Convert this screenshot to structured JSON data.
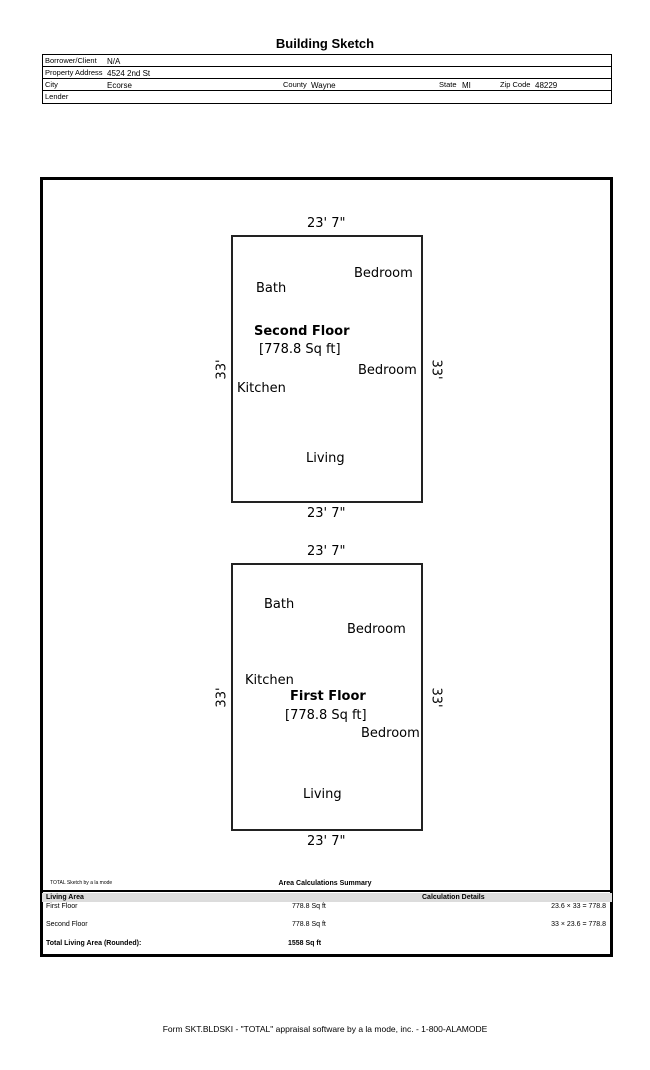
{
  "header": {
    "title": "Building Sketch"
  },
  "info": {
    "borrower_label": "Borrower/Client",
    "borrower_value": "N/A",
    "address_label": "Property Address",
    "address_value": "4524 2nd St",
    "city_label": "City",
    "city_value": "Ecorse",
    "county_label": "County",
    "county_value": "Wayne",
    "state_label": "State",
    "state_value": "MI",
    "zip_label": "Zip Code",
    "zip_value": "48229",
    "lender_label": "Lender",
    "lender_value": ""
  },
  "second_floor": {
    "name": "Second Floor",
    "area": "[778.8 Sq ft]",
    "dim_top": "23' 7\"",
    "dim_bottom": "23' 7\"",
    "dim_left": "33'",
    "dim_right": "33'",
    "rooms": [
      "Bedroom",
      "Bath",
      "Bedroom",
      "Kitchen",
      "Living"
    ]
  },
  "first_floor": {
    "name": "First Floor",
    "area": "[778.8 Sq ft]",
    "dim_top": "23' 7\"",
    "dim_bottom": "23' 7\"",
    "dim_left": "33'",
    "dim_right": "33'",
    "rooms": [
      "Bath",
      "Bedroom",
      "Kitchen",
      "Bedroom",
      "Living"
    ]
  },
  "summary": {
    "credit": "TOTAL Sketch by a la mode",
    "title": "Area Calculations Summary",
    "col_living": "Living Area",
    "col_details": "Calculation Details",
    "rows": [
      {
        "name": "First Floor",
        "area": "778.8 Sq ft",
        "calc": "23.6 × 33 =  778.8"
      },
      {
        "name": "Second Floor",
        "area": "778.8 Sq ft",
        "calc": "33 × 23.6 =  778.8"
      }
    ],
    "total_label": "Total Living Area (Rounded):",
    "total_value": "1558 Sq ft"
  },
  "footer": {
    "text": "Form SKT.BLDSKI - \"TOTAL\" appraisal software by a la mode, inc. - 1-800-ALAMODE"
  }
}
